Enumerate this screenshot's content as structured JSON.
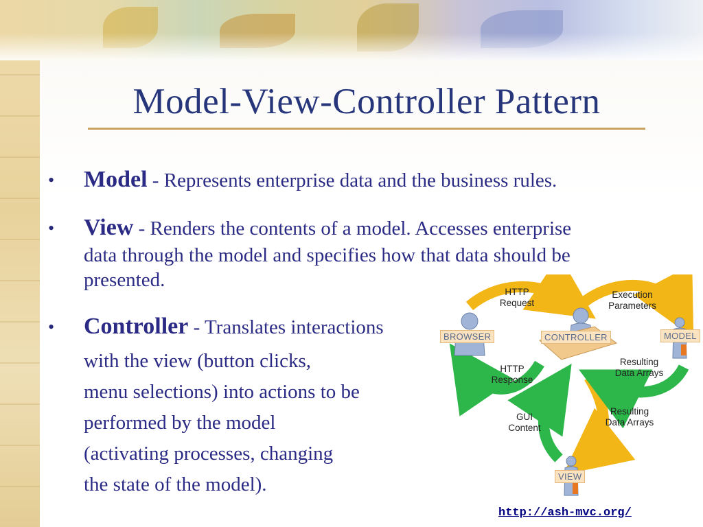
{
  "slide": {
    "title": "Model-View-Controller Pattern",
    "bullets": [
      {
        "term": "Model",
        "desc": " - Represents enterprise data and the business rules."
      },
      {
        "term": "View",
        "desc": " - Renders the contents of a model. Accesses enterprise"
      },
      {
        "term": "Controller",
        "desc": " - Translates interactions"
      }
    ],
    "view_lines": [
      "data through the model and specifies how that data should be",
      "presented."
    ],
    "controller_lines": [
      "with the view (button clicks,",
      "menu selections) into actions to be",
      "performed by the model",
      "(activating processes, changing",
      "the state of the model)."
    ],
    "bullet_glyph": "•"
  },
  "diagram": {
    "labels": {
      "http_request": "HTTP\nRequest",
      "execution_parameters": "Execution\nParameters",
      "http_response": "HTTP\nResponse",
      "resulting_data_arrays_1": "Resulting\nData Arrays",
      "resulting_data_arrays_2": "Resulting\nData Arrays",
      "gui_content": "GUI\nContent"
    },
    "actors": {
      "browser": "BROWSER",
      "controller": "CONTROLLER",
      "model": "MODEL",
      "view": "VIEW"
    }
  },
  "footer": {
    "url": "http://ash-mvc.org/"
  }
}
